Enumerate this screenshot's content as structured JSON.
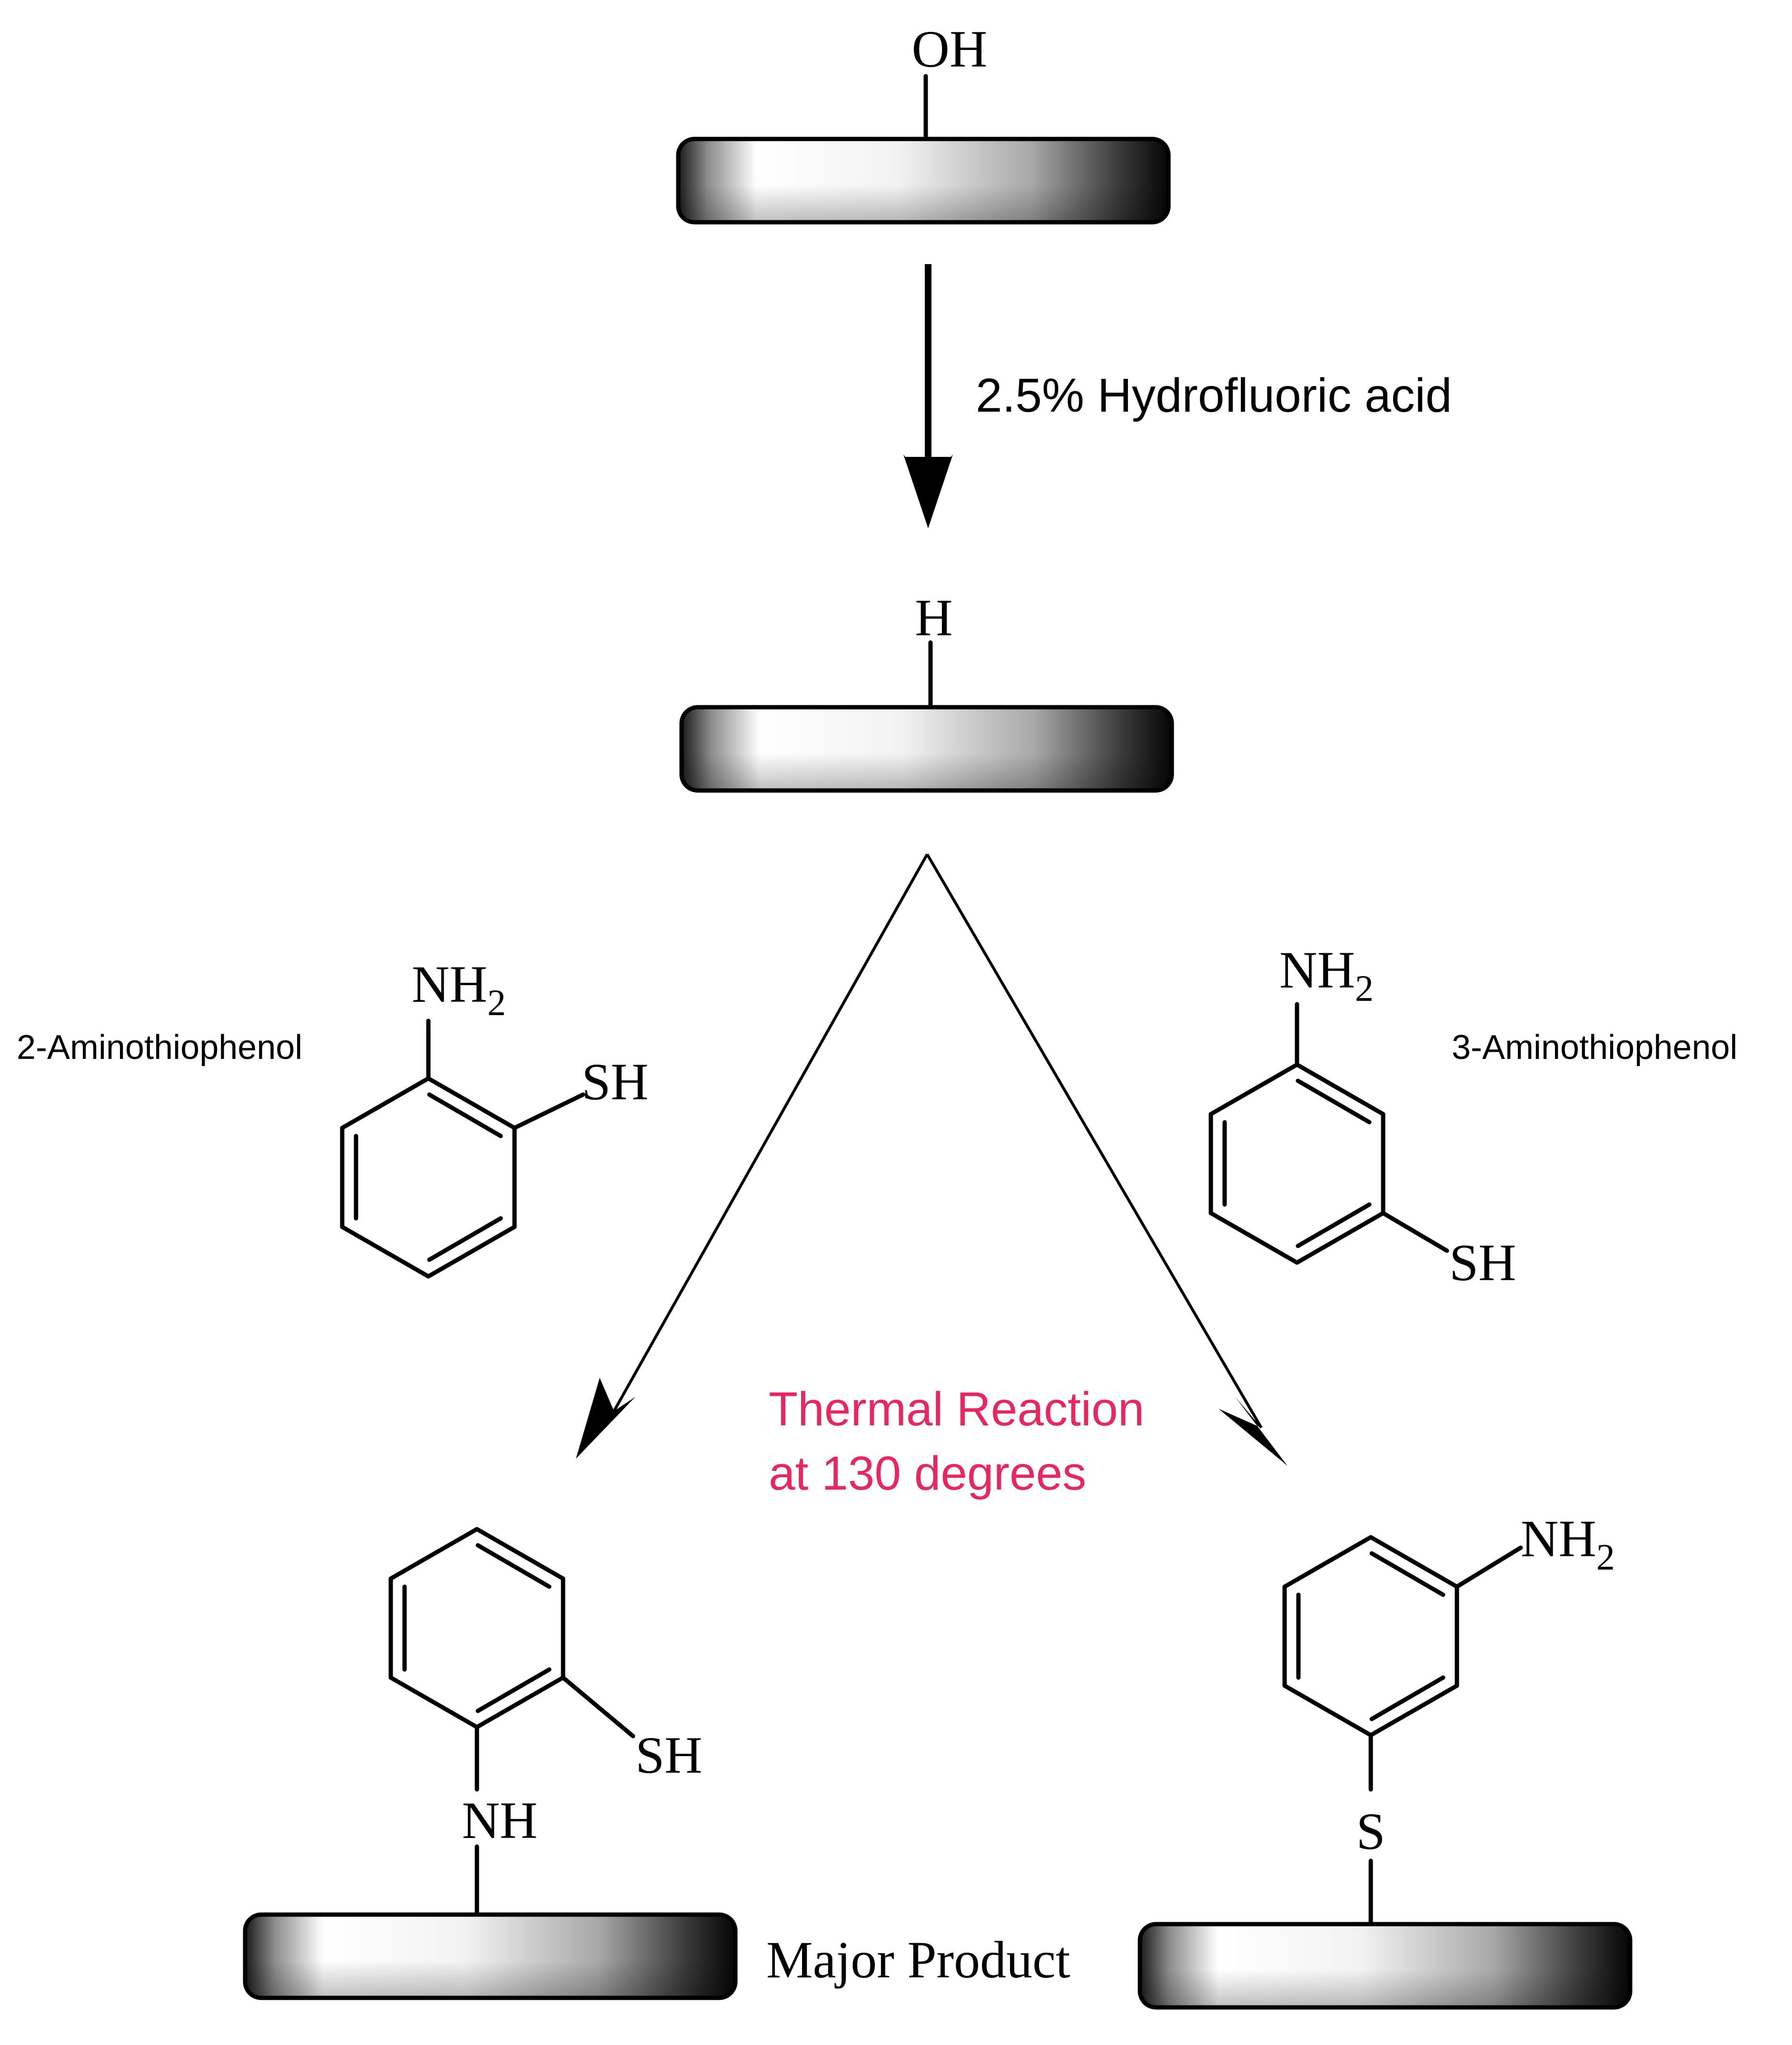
{
  "start_surface": {
    "group": "OH"
  },
  "step1": {
    "reagent": "2.5% Hydrofluoric acid"
  },
  "intermediate_surface": {
    "group": "H"
  },
  "reagent_left": {
    "name": "2-Aminothiophenol",
    "amine": "NH",
    "amine_sub": "2",
    "thiol": "SH"
  },
  "reagent_right": {
    "name": "3-Aminothiophenol",
    "amine": "NH",
    "amine_sub": "2",
    "thiol": "SH"
  },
  "condition": {
    "line1": "Thermal Reaction",
    "line2": "at  130 degrees",
    "color": "#e8265f"
  },
  "product_left": {
    "linker": "NH",
    "thiol": "SH",
    "label": "Major Product"
  },
  "product_right": {
    "linker": "S",
    "amine": "NH",
    "amine_sub": "2"
  }
}
